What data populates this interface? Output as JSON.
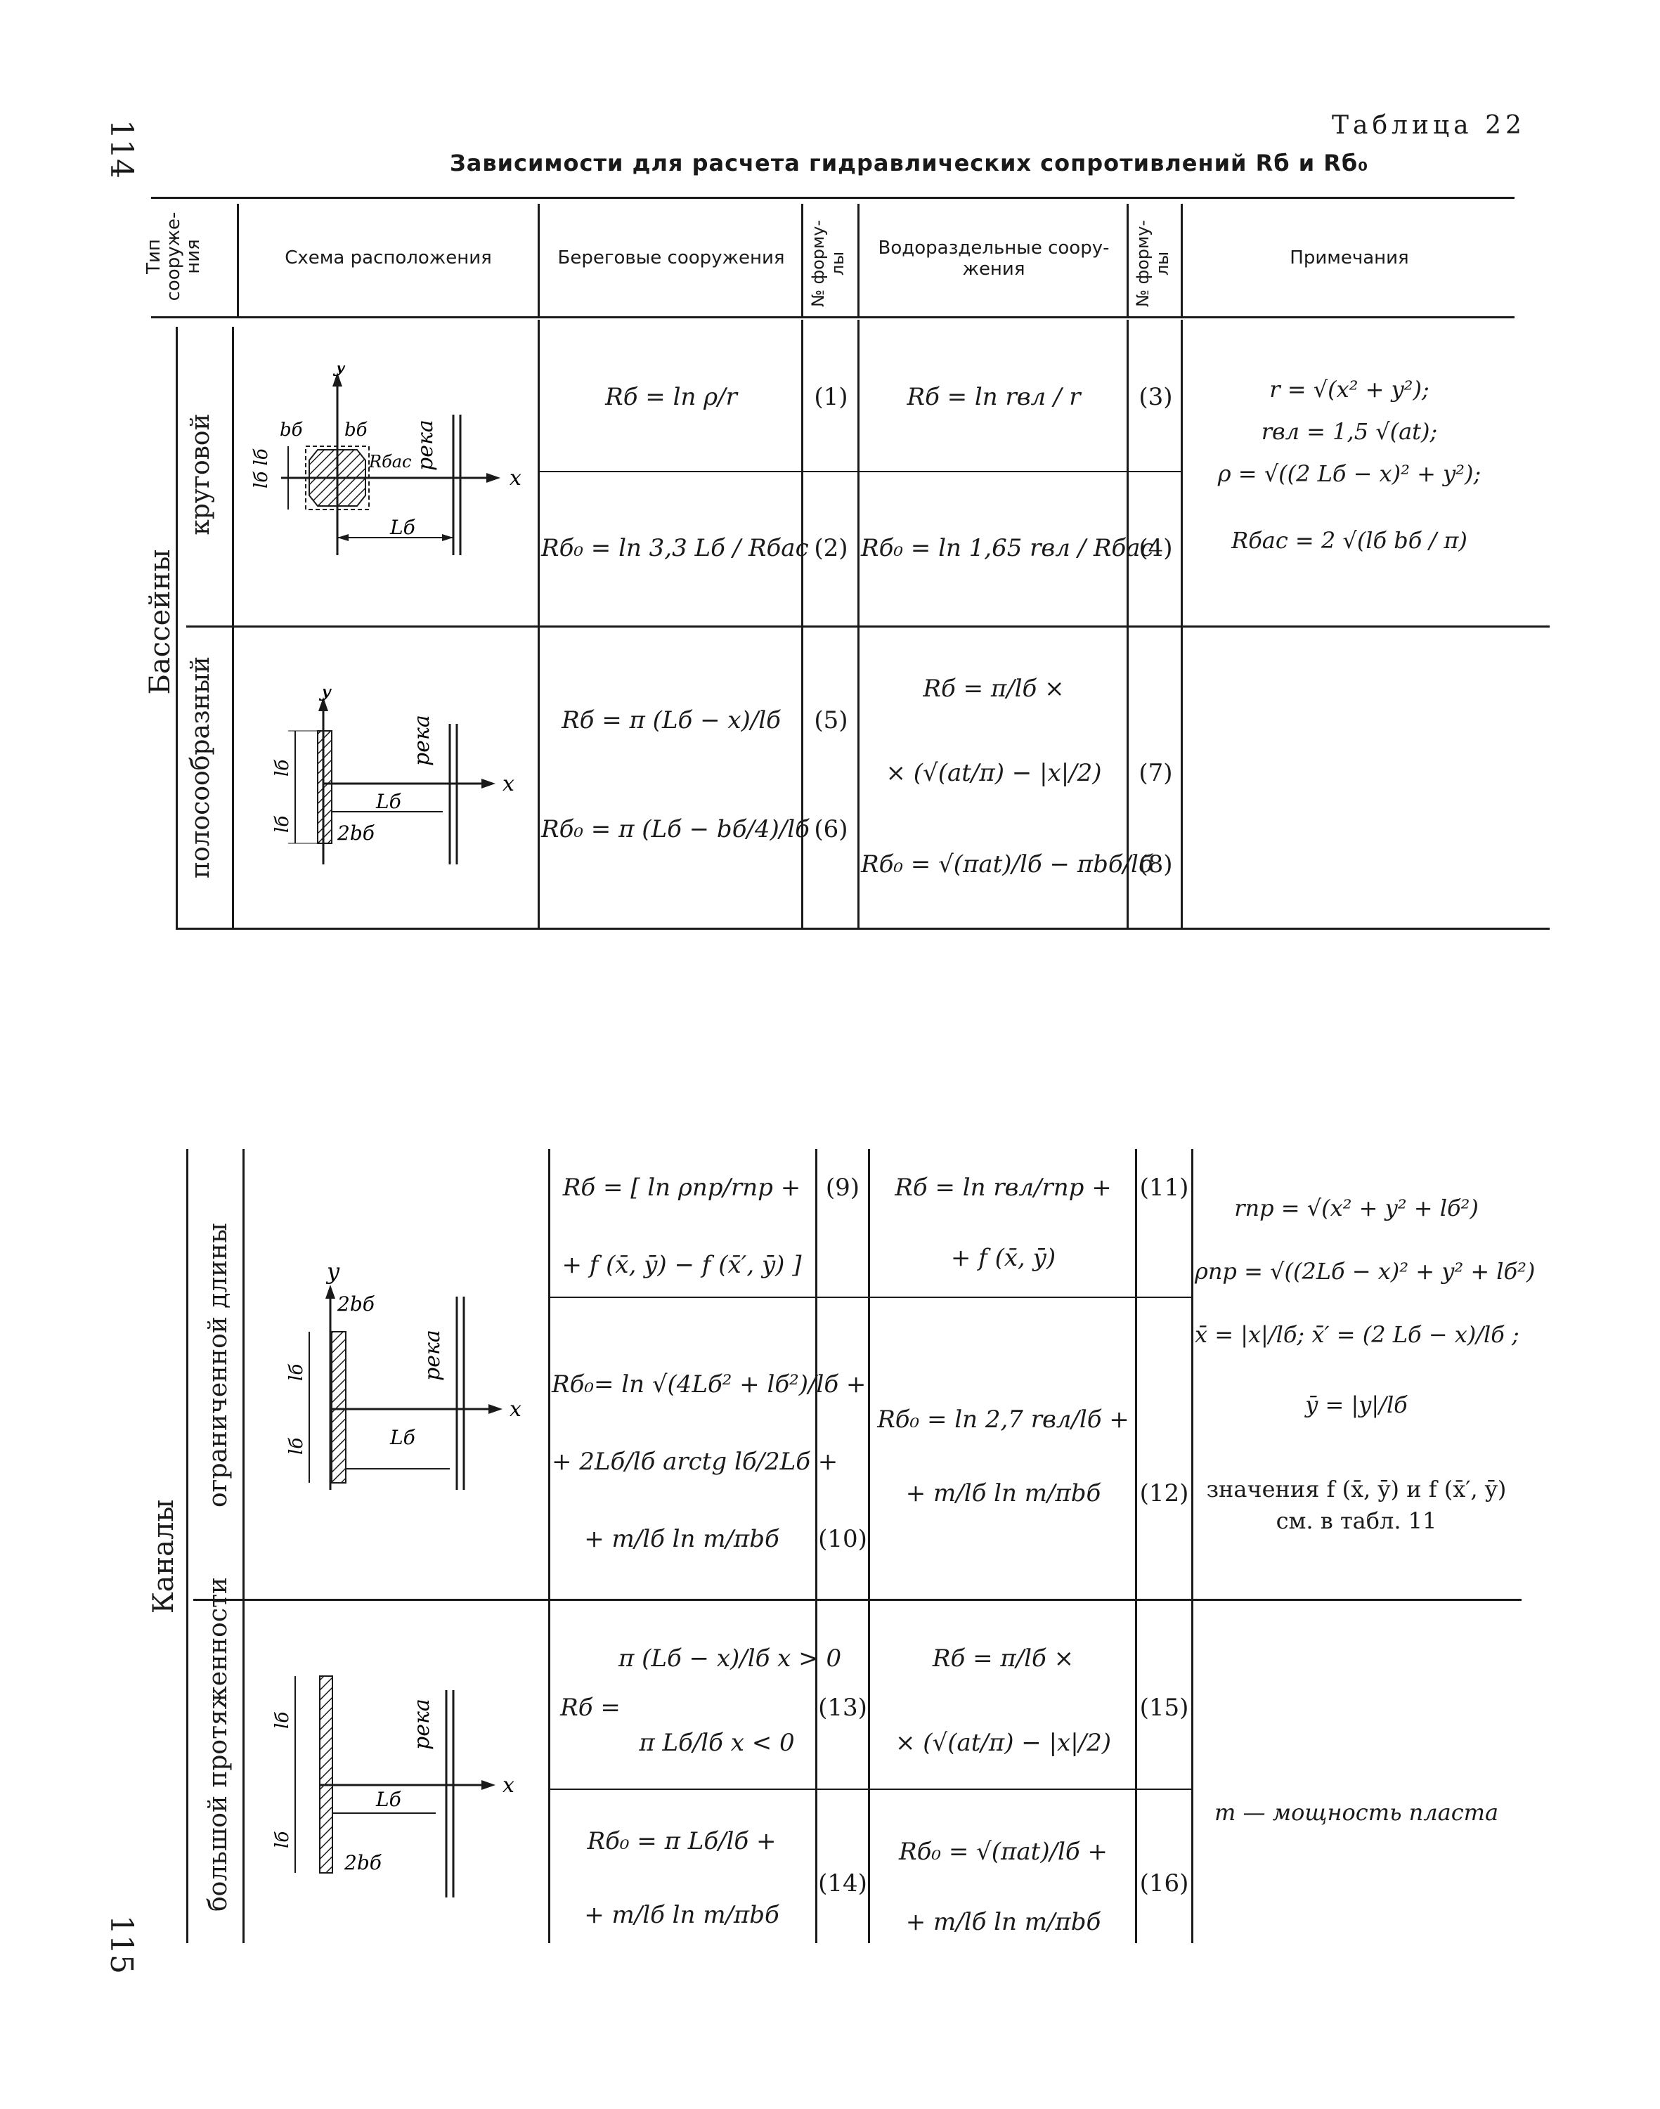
{
  "page_numbers": {
    "top": "114",
    "bottom": "115"
  },
  "table_label": "Таблица 22",
  "title": "Зависимости для расчета гидравлических сопротивлений Rб и Rб₀",
  "headers": {
    "type": "Тип сооруже-ния",
    "scheme": "Схема расположения",
    "shore": "Береговые сооружения",
    "formula_no": "№ форму-лы",
    "watershed": "Водораздельные соору-жения",
    "formula_no2": "№ форму-лы",
    "notes": "Примечания"
  },
  "groups": {
    "basins": "Бассейны",
    "round": "круговой",
    "strip": "полосообразный",
    "channels": "Каналы",
    "limited": "ограниченной длины",
    "long": "большой протяженности"
  },
  "diagram_labels": {
    "y": "y",
    "x": "x",
    "river": "река",
    "b": "bб",
    "l": "lб",
    "L": "Lб",
    "rbas": "Rбас",
    "two_b": "2bб"
  },
  "formulas": {
    "f1": "Rб = ln ρ/r",
    "f2": "Rб₀ = ln 3,3 Lб / Rбас",
    "f3": "Rб = ln rвл / r",
    "f4": "Rб₀ = ln 1,65 rвл / Rбас",
    "f5": "Rб = π (Lб − x)/lб",
    "f6": "Rб₀ = π (Lб − bб/4)/lб",
    "f7a": "Rб = π/lб ×",
    "f7b": "× (√(at/π) − |x|/2)",
    "f8": "Rб₀ = √(πat)/lб − πbб/lб",
    "f9a": "Rб = [ ln ρпр/rпр +",
    "f9b": "+ f (x̄, ȳ) − f (x̄′, ȳ) ]",
    "f10a": "Rб₀= ln √(4Lб² + lб²)/lб +",
    "f10b": "+ 2Lб/lб arctg lб/2Lб +",
    "f10c": "+ m/lб ln m/πbб",
    "f11a": "Rб = ln rвл/rпр +",
    "f11b": "+ f (x̄, ȳ)",
    "f12a": "Rб₀ = ln 2,7 rвл/lб +",
    "f12b": "+ m/lб ln m/πbб",
    "f13a": "π (Lб − x)/lб   x > 0",
    "f13b": "π Lб/lб   x < 0",
    "f13r": "Rб =",
    "f14a": "Rб₀ = π Lб/lб +",
    "f14b": "+ m/lб ln m/πbб",
    "f15a": "Rб = π/lб ×",
    "f15b": "× (√(at/π) − |x|/2)",
    "f16a": "Rб₀ = √(πat)/lб +",
    "f16b": "+ m/lб ln m/πbб"
  },
  "numbers": {
    "n1": "(1)",
    "n2": "(2)",
    "n3": "(3)",
    "n4": "(4)",
    "n5": "(5)",
    "n6": "(6)",
    "n7": "(7)",
    "n8": "(8)",
    "n9": "(9)",
    "n10": "(10)",
    "n11": "(11)",
    "n12": "(12)",
    "n13": "(13)",
    "n14": "(14)",
    "n15": "(15)",
    "n16": "(16)"
  },
  "notes": {
    "basin_1": "r = √(x² + y²);",
    "basin_2": "rвл = 1,5 √(at);",
    "basin_3": "ρ = √((2 Lб − x)² + y²);",
    "basin_4": "Rбас = 2 √(lб bб / π)",
    "chan_1": "rпр = √(x² + y² + lб²)",
    "chan_2": "ρпр = √((2Lб − x)² + y² + lб²)",
    "chan_3": "x̄ = |x|/lб;  x̄′ = (2 Lб − x)/lб ;",
    "chan_4": "ȳ = |y|/lб",
    "chan_5": "значения f (x̄, ȳ) и f (x̄′, ȳ)",
    "chan_6": "см. в табл. 11",
    "long_1": "m — мощность пласта"
  }
}
